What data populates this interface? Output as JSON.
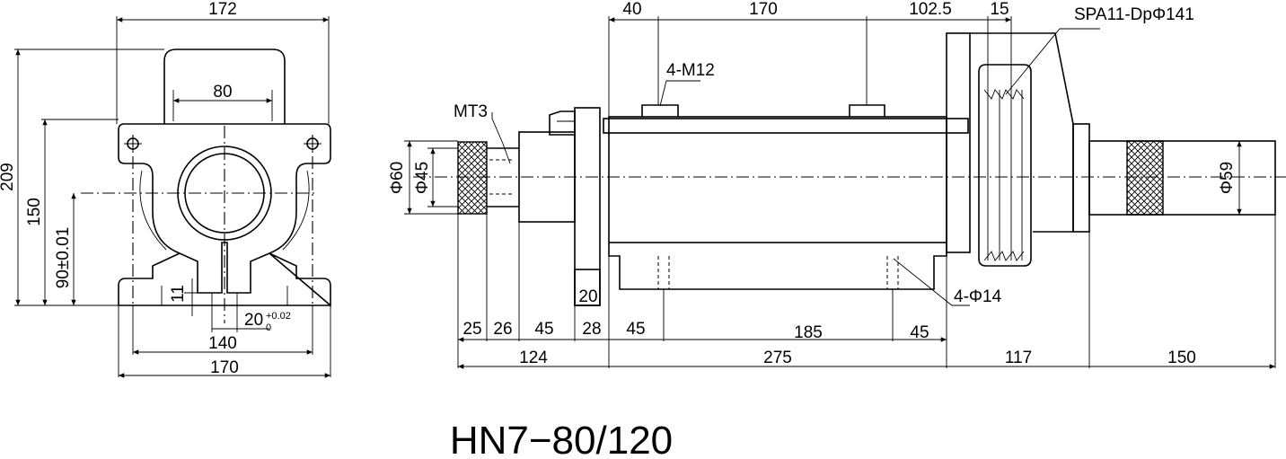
{
  "title": "HN7−80/120",
  "front_view": {
    "dims": {
      "top_width": "172",
      "bore_span": "80",
      "overall_height": "209",
      "center_height_top": "150",
      "center_height": "90±0.01",
      "base_gap": "11",
      "slot_width": "20",
      "slot_tol_upper": "+0.02",
      "slot_tol_lower": "0",
      "hole_pitch": "140",
      "base_width": "170"
    }
  },
  "side_view": {
    "callouts": {
      "taper": "MT3",
      "threads": "4-M12",
      "pulley": "SPA11-DpΦ141",
      "holes": "4-Φ14"
    },
    "diameters": {
      "d60": "Φ60",
      "d45": "Φ45",
      "d59": "Φ59"
    },
    "top_dims": {
      "a": "40",
      "b": "170",
      "c": "102.5",
      "d": "15"
    },
    "flange_thickness": "20",
    "bottom_dims_row1": [
      "25",
      "26",
      "45",
      "28",
      "45",
      "185",
      "45"
    ],
    "bottom_dims_row2": [
      "124",
      "275",
      "117",
      "150"
    ]
  }
}
